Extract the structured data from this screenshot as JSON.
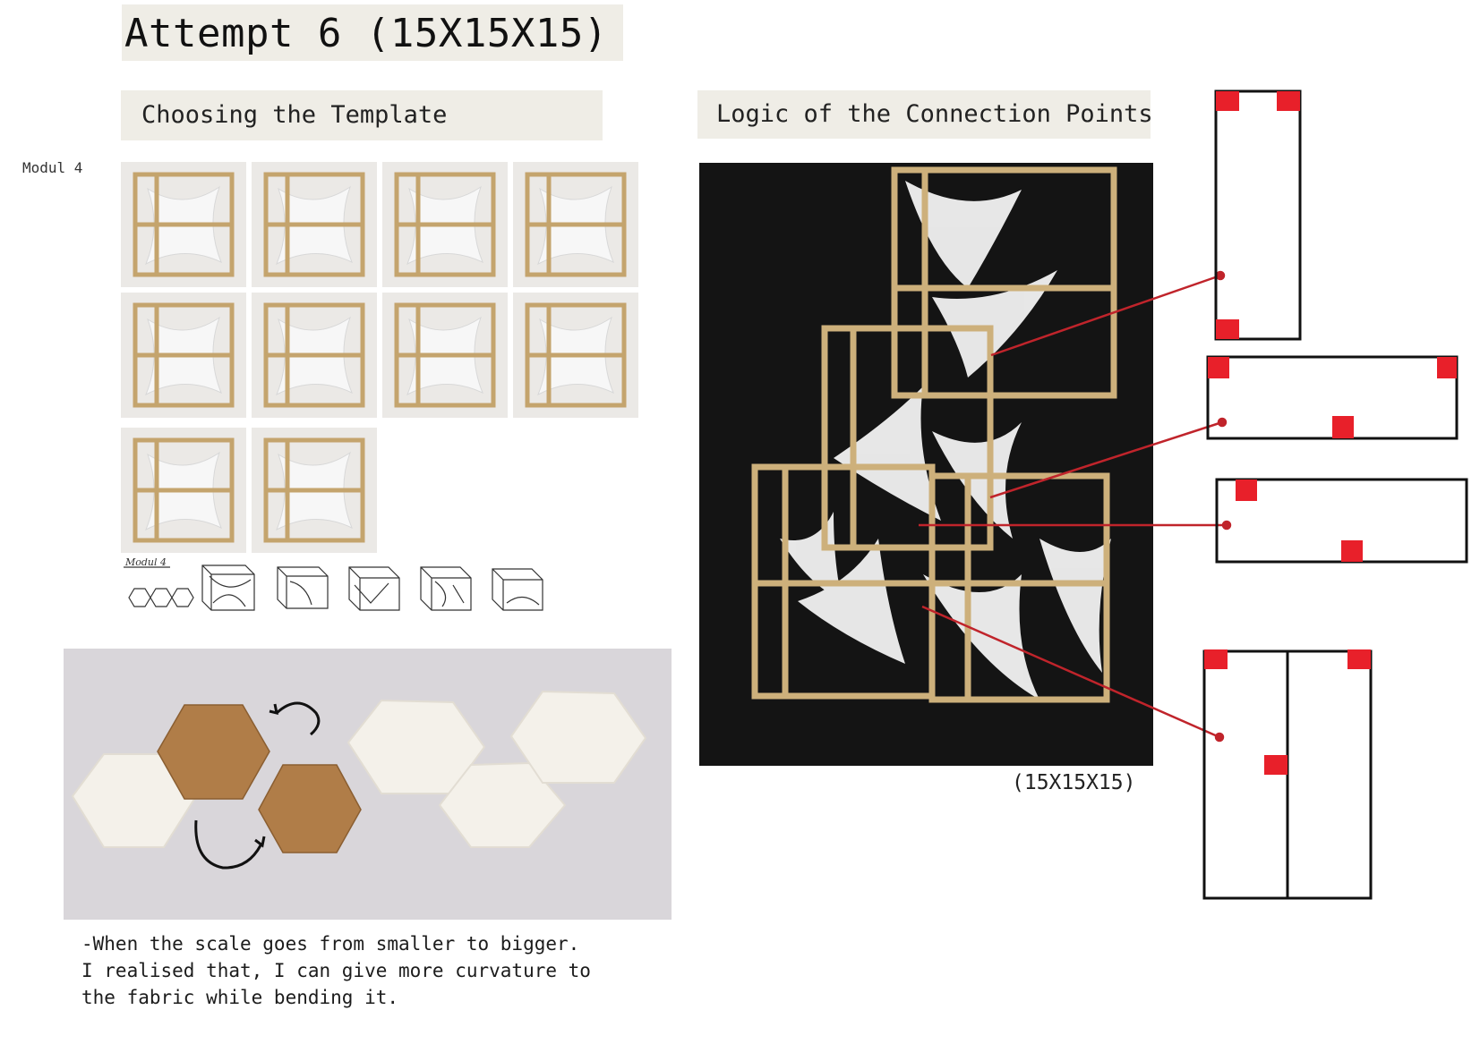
{
  "header": {
    "title": "Attempt 6 (15X15X15)"
  },
  "sections": {
    "template": "Choosing the Template",
    "connection": "Logic of the Connection Points"
  },
  "modul_label": "Modul 4",
  "thumbnails": [
    {
      "name": "module-photo-1"
    },
    {
      "name": "module-photo-2"
    },
    {
      "name": "module-photo-3"
    },
    {
      "name": "module-photo-4"
    },
    {
      "name": "module-photo-5"
    },
    {
      "name": "module-photo-6"
    },
    {
      "name": "module-photo-7"
    },
    {
      "name": "module-photo-8"
    },
    {
      "name": "module-photo-9"
    },
    {
      "name": "module-photo-10"
    }
  ],
  "caption": "-When the scale goes from smaller to bigger.\nI realised that, I can give more curvature to\nthe fabric while bending it.",
  "dimensions_label": "(15X15X15)",
  "colors": {
    "accent_red": "#e8202a",
    "leader_line": "#c0242b",
    "title_bg": "#efede6",
    "wood": "#c9ad78"
  }
}
